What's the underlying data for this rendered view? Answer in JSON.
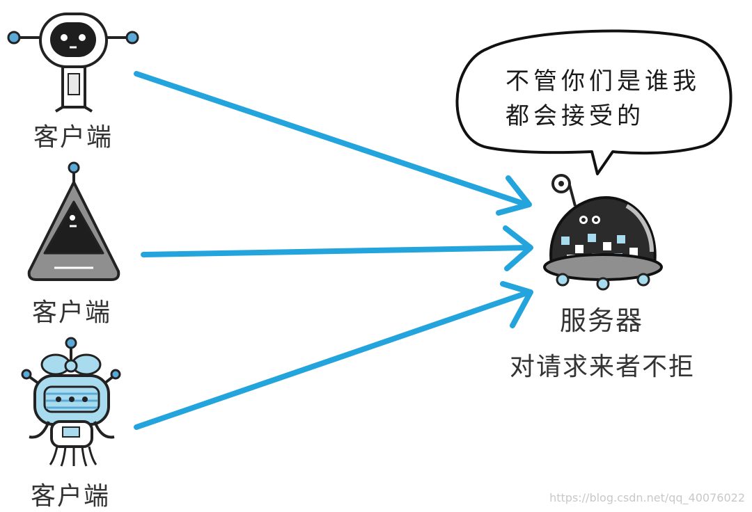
{
  "clients": [
    {
      "label": "客户端"
    },
    {
      "label": "客户端"
    },
    {
      "label": "客户端"
    }
  ],
  "server": {
    "label": "服务器",
    "caption": "对请求来者不拒"
  },
  "speech_bubble": {
    "line1": "不管你们是谁我",
    "line2": "都会接受的"
  },
  "watermark": "https://blog.csdn.net/qq_40076022",
  "colors": {
    "arrow": "#23a4dc",
    "robot_dark": "#2b2b2b",
    "robot_light_blue": "#a9dbef",
    "text": "#333333"
  }
}
